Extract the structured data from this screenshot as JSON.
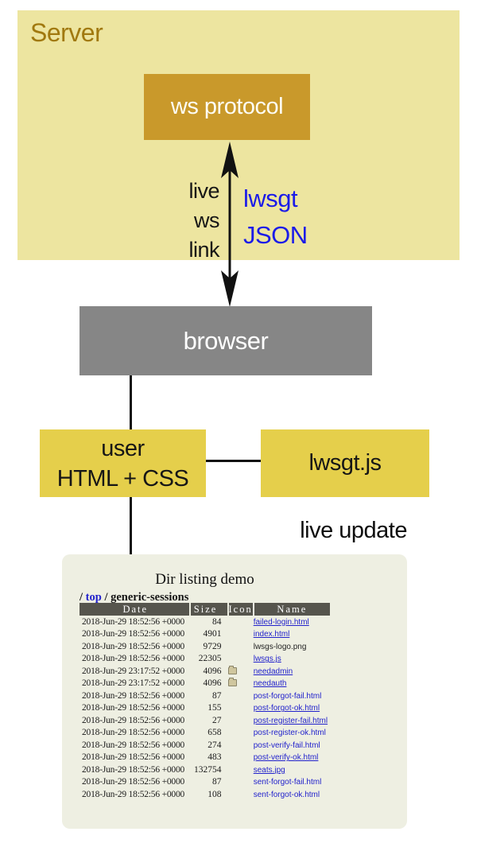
{
  "diagram": {
    "server_label": "Server",
    "ws_protocol_label": "ws protocol",
    "browser_label": "browser",
    "user_box_lines": [
      "user",
      "HTML + CSS"
    ],
    "lwsgt_js_label": "lwsgt.js",
    "arrow_left_lines": [
      "live",
      "ws",
      "link"
    ],
    "arrow_right_lines": [
      "lwsgt",
      "JSON"
    ],
    "live_update_label": "live update",
    "colors": {
      "server_bg": "#EDE5A0",
      "server_text": "#A1790F",
      "ws_protocol_bg": "#C9992B",
      "browser_bg": "#868686",
      "user_box_bg": "#E5CF4B",
      "blue_label": "#1B1BE8",
      "connector": "#111111"
    }
  },
  "demo_panel": {
    "title": "Dir listing demo",
    "breadcrumb": {
      "slash1": "/",
      "top_link": "top",
      "slash2": "/",
      "current": "generic-sessions"
    },
    "colors": {
      "panel_bg": "#EEEFE2",
      "header_bg": "#56554D",
      "link_blue": "#2222CC"
    },
    "table": {
      "headers": [
        "Date",
        "Size",
        "Icon",
        "Name"
      ],
      "rows": [
        {
          "date": "2018-Jun-29 18:52:56 +0000",
          "size": "84",
          "icon": "",
          "name": "failed-login.html",
          "name_style": "underline"
        },
        {
          "date": "2018-Jun-29 18:52:56 +0000",
          "size": "4901",
          "icon": "",
          "name": "index.html",
          "name_style": "underline"
        },
        {
          "date": "2018-Jun-29 18:52:56 +0000",
          "size": "9729",
          "icon": "",
          "name": "lwsgs-logo.png",
          "name_style": "black"
        },
        {
          "date": "2018-Jun-29 18:52:56 +0000",
          "size": "22305",
          "icon": "",
          "name": "lwsgs.js",
          "name_style": "underline"
        },
        {
          "date": "2018-Jun-29 23:17:52 +0000",
          "size": "4096",
          "icon": "folder",
          "name": "needadmin",
          "name_style": "underline"
        },
        {
          "date": "2018-Jun-29 23:17:52 +0000",
          "size": "4096",
          "icon": "folder",
          "name": "needauth",
          "name_style": "underline"
        },
        {
          "date": "2018-Jun-29 18:52:56 +0000",
          "size": "87",
          "icon": "",
          "name": "post-forgot-fail.html",
          "name_style": "plain"
        },
        {
          "date": "2018-Jun-29 18:52:56 +0000",
          "size": "155",
          "icon": "",
          "name": "post-forgot-ok.html",
          "name_style": "underline"
        },
        {
          "date": "2018-Jun-29 18:52:56 +0000",
          "size": "27",
          "icon": "",
          "name": "post-register-fail.html",
          "name_style": "underline"
        },
        {
          "date": "2018-Jun-29 18:52:56 +0000",
          "size": "658",
          "icon": "",
          "name": "post-register-ok.html",
          "name_style": "plain"
        },
        {
          "date": "2018-Jun-29 18:52:56 +0000",
          "size": "274",
          "icon": "",
          "name": "post-verify-fail.html",
          "name_style": "plain"
        },
        {
          "date": "2018-Jun-29 18:52:56 +0000",
          "size": "483",
          "icon": "",
          "name": "post-verify-ok.html",
          "name_style": "underline"
        },
        {
          "date": "2018-Jun-29 18:52:56 +0000",
          "size": "132754",
          "icon": "",
          "name": "seats.jpg",
          "name_style": "underline"
        },
        {
          "date": "2018-Jun-29 18:52:56 +0000",
          "size": "87",
          "icon": "",
          "name": "sent-forgot-fail.html",
          "name_style": "plain"
        },
        {
          "date": "2018-Jun-29 18:52:56 +0000",
          "size": "108",
          "icon": "",
          "name": "sent-forgot-ok.html",
          "name_style": "plain"
        }
      ]
    }
  }
}
